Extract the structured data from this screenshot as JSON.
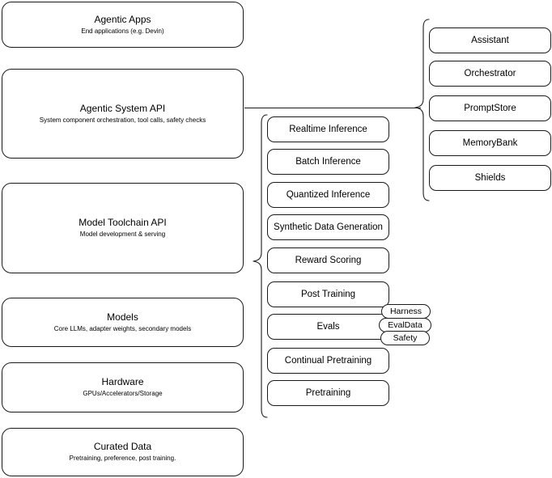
{
  "diagram": {
    "title": "AI stack layers diagram",
    "stroke_color": "#1a1a1a",
    "background_color": "#ffffff"
  },
  "layers": [
    {
      "name": "agentic-apps",
      "title": "Agentic Apps",
      "subtitle": "End applications (e.g. Devin)"
    },
    {
      "name": "agentic-system-api",
      "title": "Agentic System API",
      "subtitle": "System component orchestration, tool calls, safety checks"
    },
    {
      "name": "model-toolchain-api",
      "title": "Model Toolchain API",
      "subtitle": "Model development & serving"
    },
    {
      "name": "models",
      "title": "Models",
      "subtitle": "Core LLMs, adapter weights, secondary models"
    },
    {
      "name": "hardware",
      "title": "Hardware",
      "subtitle": "GPUs/Accelerators/Storage"
    },
    {
      "name": "curated-data",
      "title": "Curated Data",
      "subtitle": "Pretraining, preference, post training."
    }
  ],
  "toolchain_capabilities": [
    {
      "name": "realtime-inference",
      "label": "Realtime Inference"
    },
    {
      "name": "batch-inference",
      "label": "Batch Inference"
    },
    {
      "name": "quantized-inference",
      "label": "Quantized Inference"
    },
    {
      "name": "synthetic-data-generation",
      "label": "Synthetic Data Generation"
    },
    {
      "name": "reward-scoring",
      "label": "Reward Scoring"
    },
    {
      "name": "post-training",
      "label": "Post Training"
    },
    {
      "name": "evals",
      "label": "Evals"
    },
    {
      "name": "continual-pretraining",
      "label": "Continual Pretraining"
    },
    {
      "name": "pretraining",
      "label": "Pretraining"
    }
  ],
  "evals_badges": [
    {
      "name": "harness",
      "label": "Harness"
    },
    {
      "name": "evaldata",
      "label": "EvalData"
    },
    {
      "name": "safety",
      "label": "Safety"
    }
  ],
  "system_components": [
    {
      "name": "assistant",
      "label": "Assistant"
    },
    {
      "name": "orchestrator",
      "label": "Orchestrator"
    },
    {
      "name": "promptstore",
      "label": "PromptStore"
    },
    {
      "name": "memorybank",
      "label": "MemoryBank"
    },
    {
      "name": "shields",
      "label": "Shields"
    }
  ]
}
